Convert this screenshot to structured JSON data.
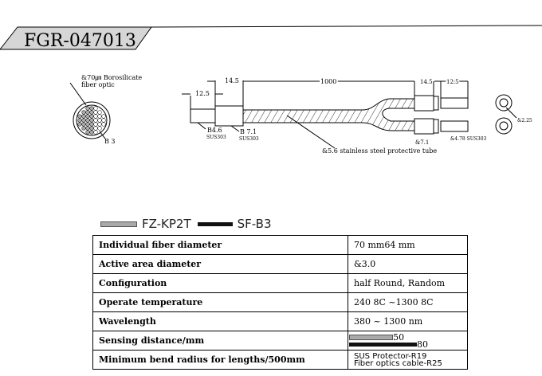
{
  "title": "FGR-047013",
  "drawing": {
    "fiber_note_line1": "&70㎛ Borosilicate",
    "fiber_note_line2": "fiber optic",
    "bundle_dia": "B 3",
    "dim_12_5_left": "12.5",
    "dim_14_5_left": "14.5",
    "dim_1000": "1000",
    "dim_14_5_right": "14.5",
    "dim_12_5_right": "12.5",
    "tip_dia": "B4.6",
    "tip_mat": "SUS303",
    "ferrule_dia": "B 7.1",
    "ferrule_mat": "SUS303",
    "tube_note": "&5.6 stainless steel protective tube",
    "right_ferrule_dia": "&7.1",
    "right_tip_note": "&4.78 SUS303",
    "end_dia": "&2.25"
  },
  "legend": [
    {
      "label": "FZ-KP2T",
      "color": "#a9a9a9"
    },
    {
      "label": "SF-B3",
      "color": "#111111"
    }
  ],
  "specs": [
    {
      "key": "Individual fiber diameter",
      "value": "70 mm64 mm"
    },
    {
      "key": "Active area diameter",
      "value": "&3.0"
    },
    {
      "key": "Configuration",
      "value": "half Round, Random"
    },
    {
      "key": "Operate temperature",
      "value": "240 8C ~1300 8C"
    },
    {
      "key": "Wavelength",
      "value": "380 ~ 1300 nm"
    },
    {
      "key": "Sensing distance/mm",
      "bars": [
        {
          "value": 50,
          "color": "#a9a9a9"
        },
        {
          "value": 80,
          "color": "#111111"
        }
      ]
    },
    {
      "key": "Minimum bend radius for lengths/500mm",
      "value_line1": "SUS Protector-R19",
      "value_line2": "Fiber optics cable-R25"
    }
  ]
}
